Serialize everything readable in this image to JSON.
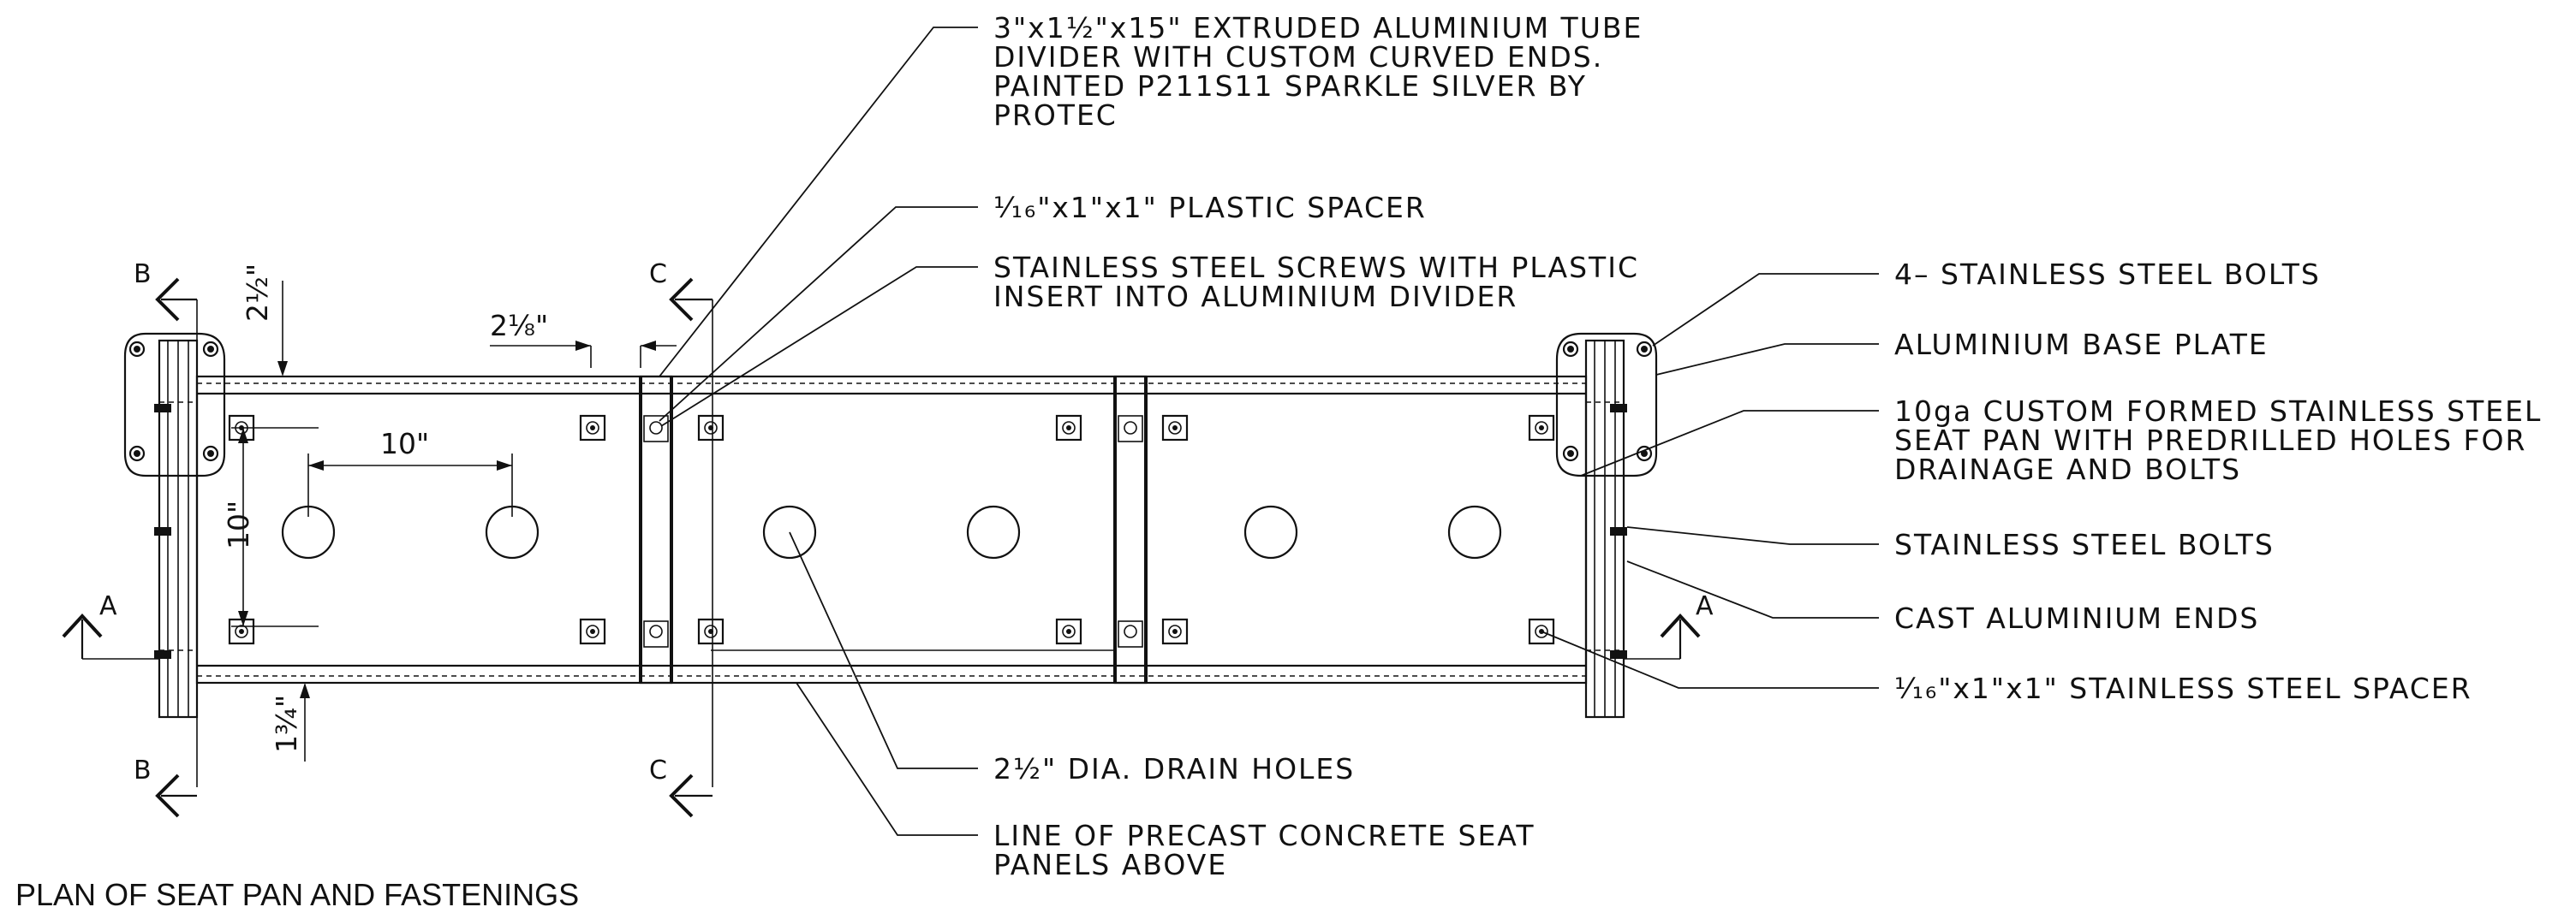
{
  "title": "PLAN OF SEAT PAN AND FASTENINGS",
  "callouts": {
    "divider": [
      "3\"x1½\"x15\" EXTRUDED ALUMINIUM TUBE",
      "DIVIDER WITH CUSTOM CURVED ENDS.",
      "PAINTED P211S11 SPARKLE SILVER BY",
      "PROTEC"
    ],
    "plastic_spacer": [
      "⅟₁₆\"x1\"x1\" PLASTIC SPACER"
    ],
    "screws": [
      "STAINLESS STEEL SCREWS WITH PLASTIC",
      "INSERT INTO ALUMINIUM DIVIDER"
    ],
    "bolts4": [
      "4– STAINLESS STEEL BOLTS"
    ],
    "base_plate": [
      "ALUMINIUM BASE PLATE"
    ],
    "seat_pan": [
      "10ga CUSTOM FORMED STAINLESS STEEL",
      "SEAT PAN WITH PREDRILLED HOLES FOR",
      "DRAINAGE AND BOLTS"
    ],
    "ss_bolts": [
      "STAINLESS STEEL BOLTS"
    ],
    "cast_ends": [
      "CAST ALUMINIUM ENDS"
    ],
    "ss_spacer": [
      "⅟₁₆\"x1\"x1\" STAINLESS STEEL SPACER"
    ],
    "drain": [
      "2½\" DIA. DRAIN HOLES"
    ],
    "precast": [
      "LINE OF PRECAST CONCRETE SEAT",
      "PANELS ABOVE"
    ]
  },
  "dimensions": {
    "top_offset": "2½\"",
    "divider_offset": "2⅛\"",
    "hole_spacing_h": "10\"",
    "hole_spacing_v": "10\"",
    "bottom_offset": "1¾\""
  },
  "sections": {
    "a_left": "A",
    "a_right": "A",
    "b_top": "B",
    "b_bottom": "B",
    "c_top": "C",
    "c_bottom": "C"
  }
}
